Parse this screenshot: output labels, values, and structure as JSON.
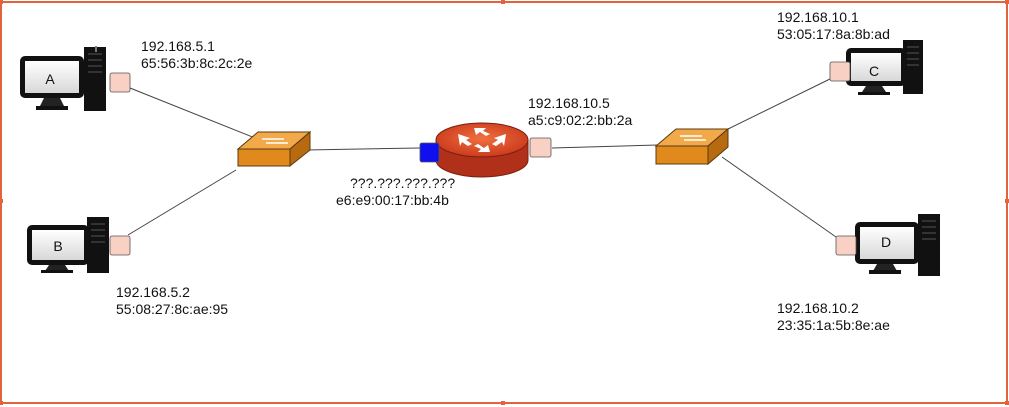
{
  "computers": {
    "a": {
      "name": "A",
      "ip": "192.168.5.1",
      "mac": "65:56:3b:8c:2c:2e"
    },
    "b": {
      "name": "B",
      "ip": "192.168.5.2",
      "mac": "55:08:27:8c:ae:95"
    },
    "c": {
      "name": "C",
      "ip": "192.168.10.1",
      "mac": "53:05:17:8a:8b:ad"
    },
    "d": {
      "name": "D",
      "ip": "192.168.10.2",
      "mac": "23:35:1a:5b:8e:ae"
    }
  },
  "router": {
    "left_port": {
      "ip": "???.???.???.???",
      "mac": "e6:e9:00:17:bb:4b",
      "color": "#1010ee"
    },
    "right_port": {
      "ip": "192.168.10.5",
      "mac": "a5:c9:02:2:bb:2a",
      "color": "#f9d0c4"
    },
    "color": "#d9411e"
  },
  "colors": {
    "switch": "#e08a1e",
    "nic": "#f9d0c4",
    "frame": "#e2643c"
  }
}
